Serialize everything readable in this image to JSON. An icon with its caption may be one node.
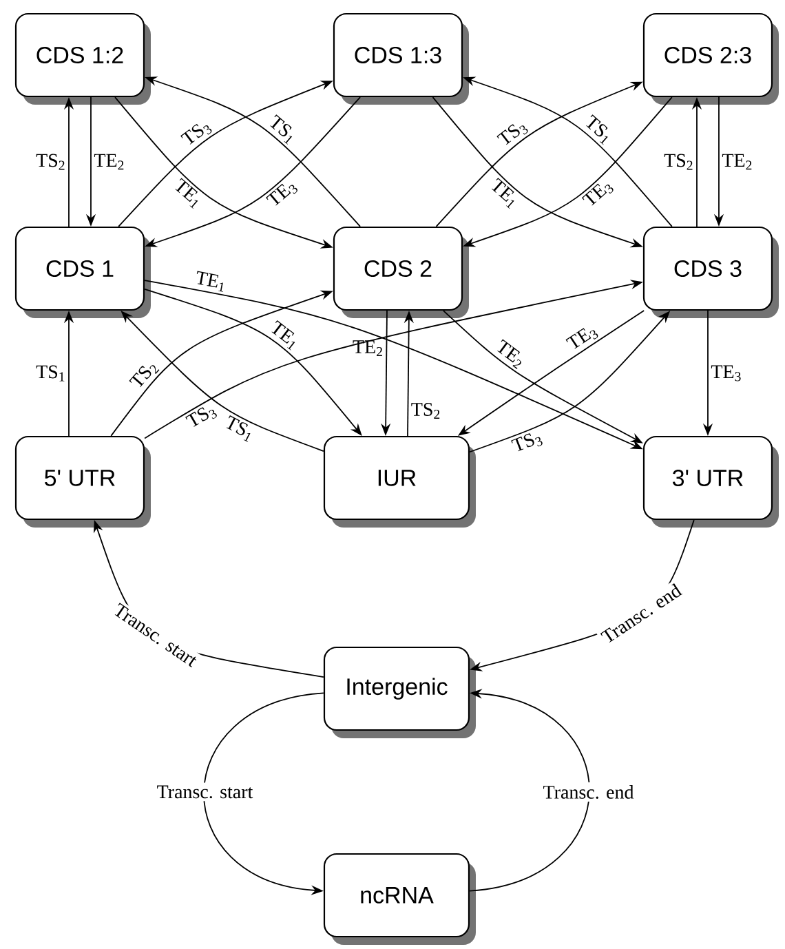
{
  "diagram": {
    "nodes": [
      {
        "text": [
          "CDS 1:2"
        ]
      },
      {
        "text": [
          "CDS 1:3"
        ]
      },
      {
        "text": [
          "CDS 2:3"
        ]
      },
      {
        "text": [
          "CDS 1"
        ]
      },
      {
        "text": [
          "CDS 2"
        ]
      },
      {
        "text": [
          "CDS 3"
        ]
      },
      {
        "text": [
          "5' UTR"
        ]
      },
      {
        "text": [
          "IUR"
        ]
      },
      {
        "text": [
          "3' UTR"
        ]
      },
      {
        "text": [
          "Intergenic"
        ]
      },
      {
        "text": [
          "ncRNA"
        ]
      }
    ],
    "edges": [
      {
        "from": 3,
        "to": 0,
        "arrow": "to",
        "label": "TS$_{2}$"
      },
      {
        "from": 0,
        "to": 3,
        "arrow": "to",
        "label": "TE$_{2}$"
      },
      {
        "from": 5,
        "to": 2,
        "arrow": "to",
        "label": "TS$_{2}$"
      },
      {
        "from": 2,
        "to": 5,
        "arrow": "to",
        "label": "TE$_{2}$"
      },
      {
        "from": 3,
        "to": 1,
        "arrow": "to",
        "label": "TS$_{3}$"
      },
      {
        "from": 1,
        "to": 3,
        "arrow": "to",
        "label": "TE$_{3}$"
      },
      {
        "from": 4,
        "to": 0,
        "arrow": "to",
        "label": "TS$_{1}$"
      },
      {
        "from": 0,
        "to": 4,
        "arrow": "to",
        "label": "TE$_{1}$"
      },
      {
        "from": 4,
        "to": 2,
        "arrow": "to",
        "label": "TS$_{3}$"
      },
      {
        "from": 2,
        "to": 4,
        "arrow": "to",
        "label": "TE$_{3}$"
      },
      {
        "from": 5,
        "to": 1,
        "arrow": "to",
        "label": "TS$_{1}$"
      },
      {
        "from": 1,
        "to": 5,
        "arrow": "to",
        "label": "TE$_{1}$"
      },
      {
        "from": 6,
        "to": 3,
        "arrow": "to",
        "label": "TS$_{1}$"
      },
      {
        "from": 6,
        "to": 4,
        "arrow": "to",
        "label": "TS$_{2}$"
      },
      {
        "from": 6,
        "to": 5,
        "arrow": "to",
        "label": "TS$_{3}$"
      },
      {
        "from": 3,
        "to": 8,
        "arrow": "to",
        "label": "TE$_{1}$"
      },
      {
        "from": 3,
        "to": 7,
        "arrow": "to",
        "label": "TE$_{1}$"
      },
      {
        "from": 7,
        "to": 3,
        "arrow": "to",
        "label": "TS$_{1}$"
      },
      {
        "from": 4,
        "to": 7,
        "arrow": "to",
        "label": "TE$_{2}$"
      },
      {
        "from": 7,
        "to": 4,
        "arrow": "to",
        "label": "TS$_{2}$"
      },
      {
        "from": 4,
        "to": 8,
        "arrow": "to",
        "label": "TE$_{2}$"
      },
      {
        "from": 5,
        "to": 7,
        "arrow": "to",
        "label": "TE$_{3}$"
      },
      {
        "from": 7,
        "to": 5,
        "arrow": "to",
        "label": "TS$_{3}$"
      },
      {
        "from": 5,
        "to": 8,
        "arrow": "to",
        "label": "TE$_{3}$"
      },
      {
        "from": 9,
        "to": 6,
        "arrow": "to",
        "label": "Transc. start"
      },
      {
        "from": 8,
        "to": 9,
        "arrow": "to",
        "label": "Transc. end"
      },
      {
        "from": 9,
        "to": 10,
        "arrow": "to",
        "label": "Transc. start"
      },
      {
        "from": 10,
        "to": 9,
        "arrow": "to",
        "label": "Transc. end"
      }
    ]
  }
}
